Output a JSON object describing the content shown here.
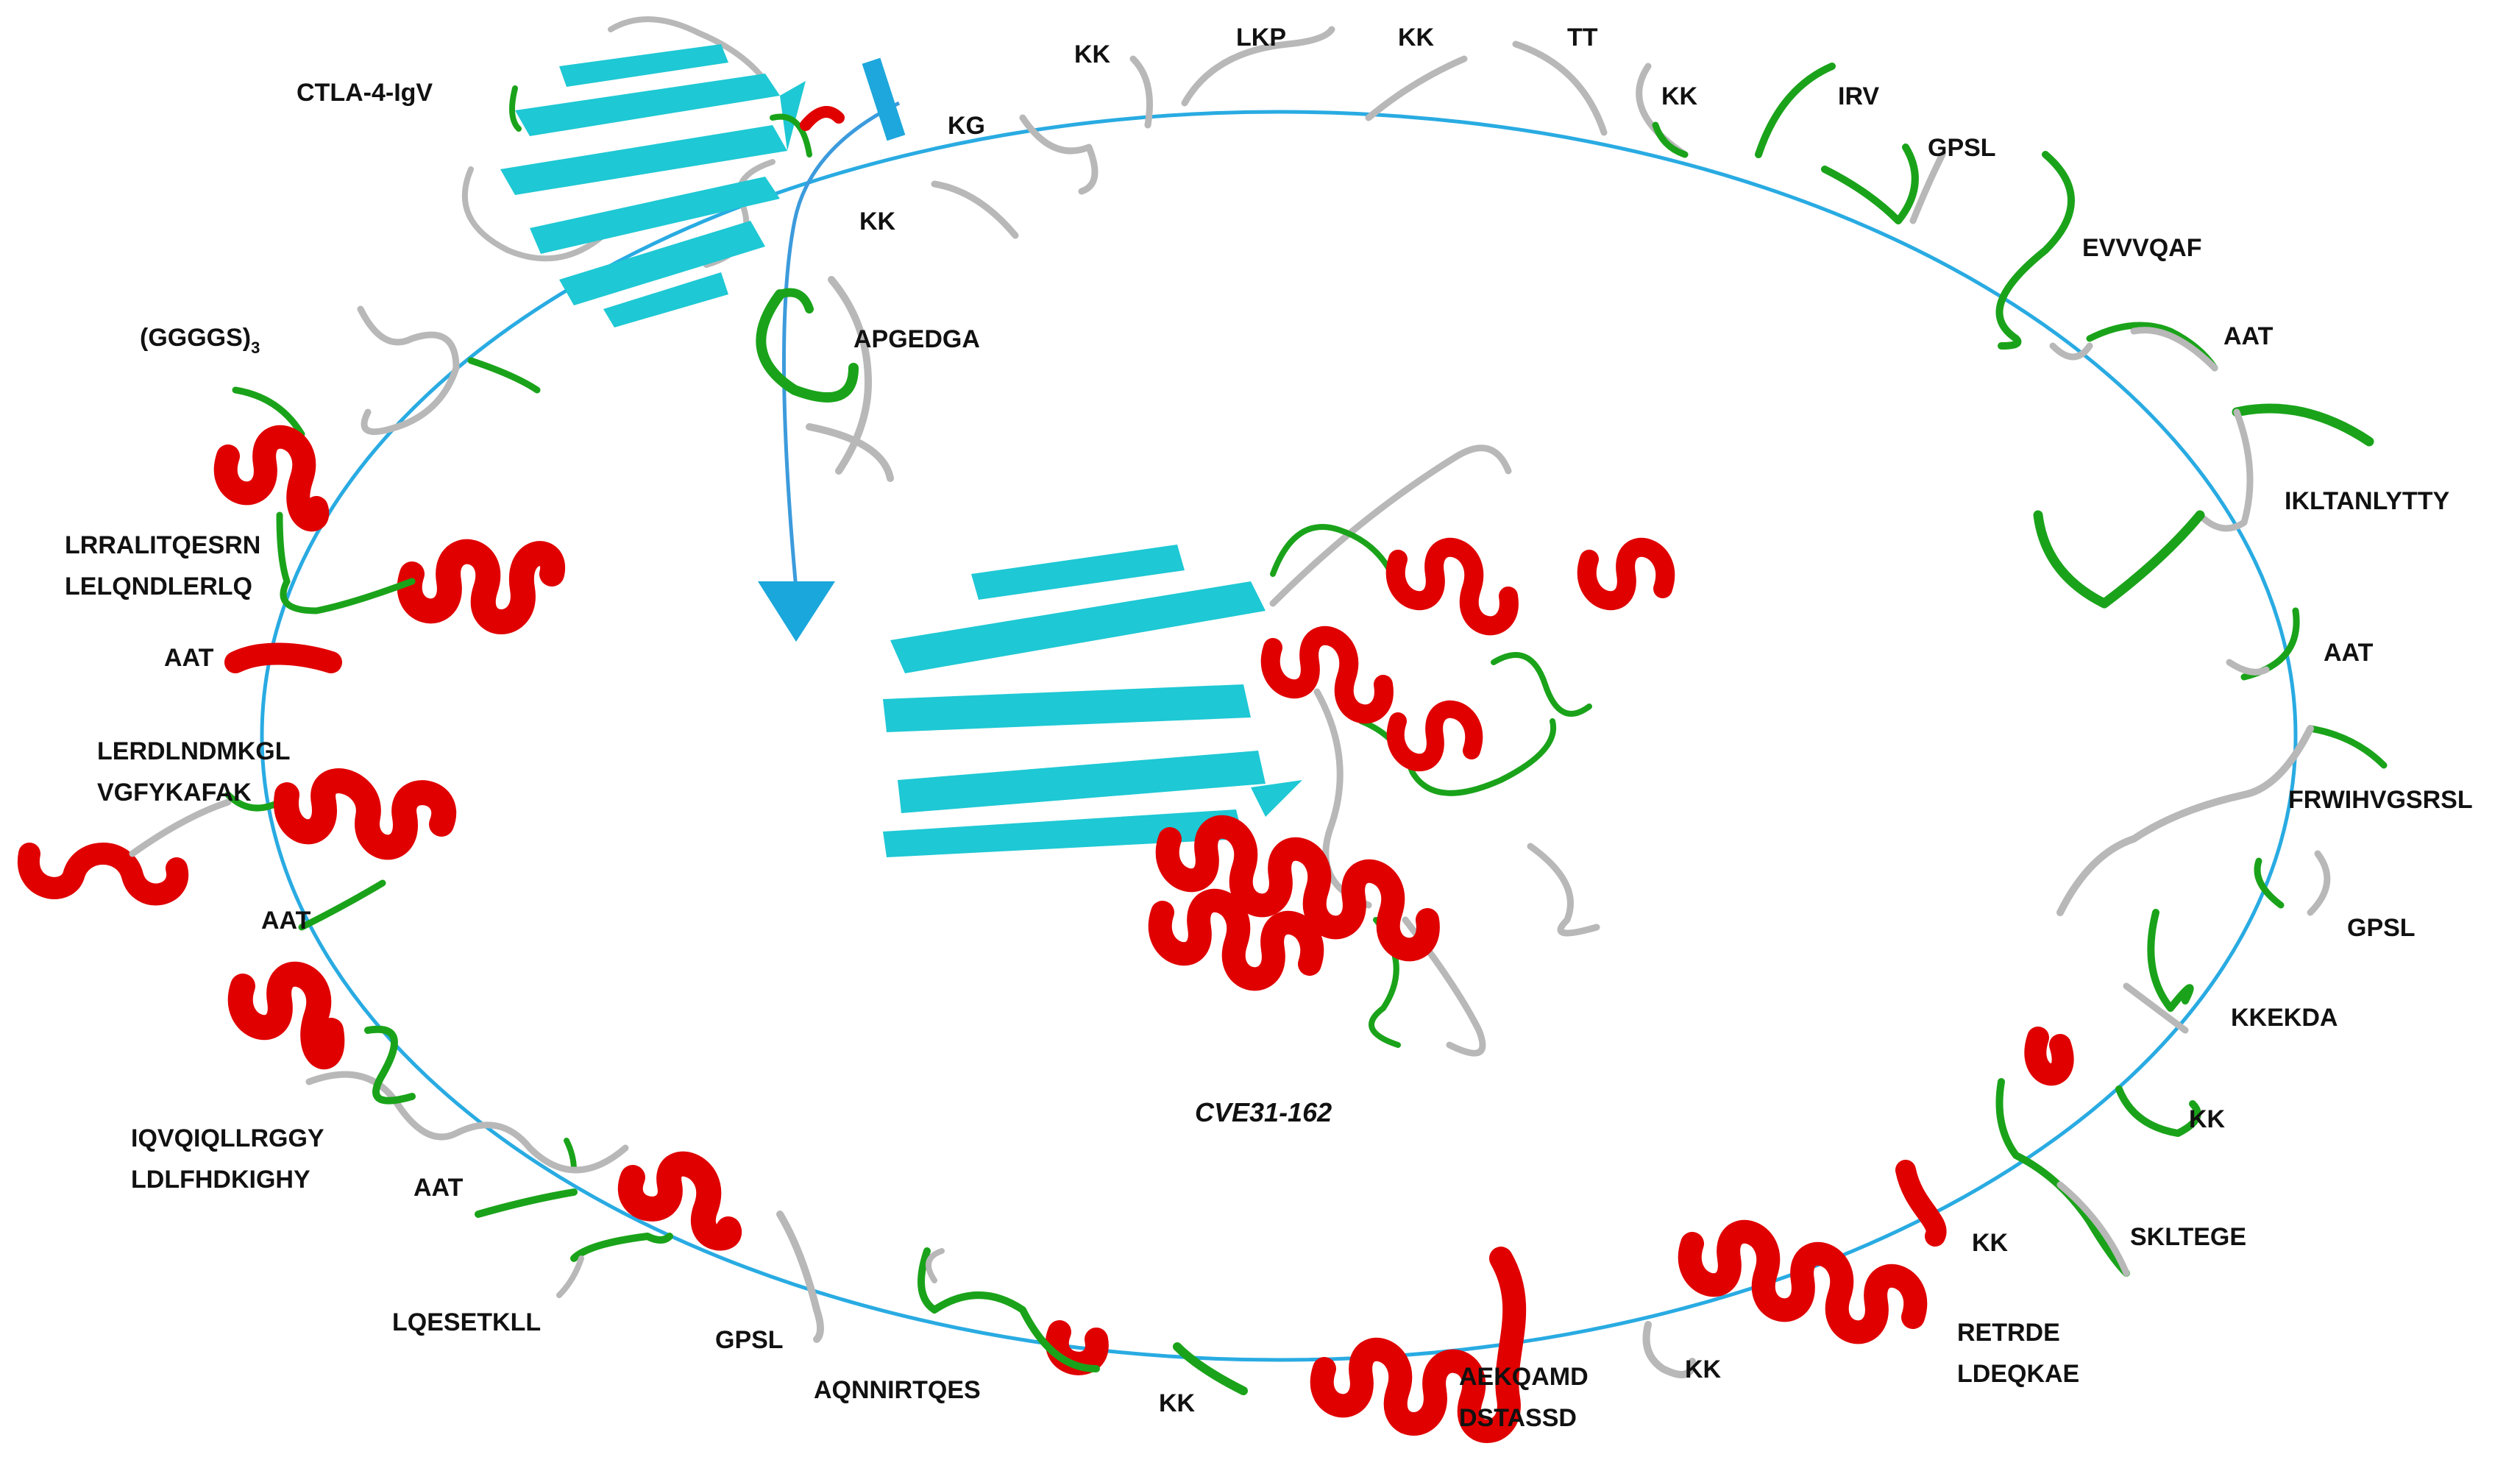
{
  "colors": {
    "ring": "#29abe2",
    "arrow": "#3c9bdc",
    "helix": "#e00000",
    "strand": "#1ec8d4",
    "coil": "#b8b8b8",
    "turn": "#1aa31a"
  },
  "title": "CVE31-162",
  "labels": {
    "ctla4": "CTLA-4-IgV",
    "linker_base": "(GGGGS)",
    "linker_sub": "3",
    "kk_1": "KK",
    "kg": "KG",
    "kk_2": "KK",
    "lkp": "LKP",
    "kk_3": "KK",
    "tt": "TT",
    "kk_4": "KK",
    "irv": "IRV",
    "gpsl_1": "GPSL",
    "evvvqaf": "EVVVQAF",
    "aat_1": "AAT",
    "ikltanlytty": "IKLTANLYTTY",
    "aat_2": "AAT",
    "frwihvgsrsl": "FRWIHVGSRSL",
    "gpsl_2": "GPSL",
    "kkekda": "KKEKDA",
    "kk_5": "KK",
    "skltege": "SKLTEGE",
    "kk_6": "KK",
    "retrde": "RETRDE",
    "ldeqkae": "LDEQKAE",
    "kk_7": "KK",
    "aekqamd": "AEKQAMD",
    "dstassd": "DSTASSD",
    "kk_8": "KK",
    "aqnnirtqes": "AQNNIRTQES",
    "gpsl_3": "GPSL",
    "lqesetkll": "LQESETKLL",
    "aat_3": "AAT",
    "iqvqiqllrggy": "IQVQIQLLRGGY",
    "ldlfhdkighy": "LDLFHDKIGHY",
    "aat_4": "AAT",
    "lerdlndmkgl": "LERDLNDMKGL",
    "vgfykafak": "VGFYKAFAK",
    "aat_5": "AAT",
    "lrralitqesrn": "LRRALITQESRN",
    "lelqndlerlq": "LELQNDLERLQ",
    "apgedga": "APGEDGA"
  },
  "icons": {
    "ring": "circular-path",
    "start": "t-bar-icon",
    "end": "arrowhead-icon"
  }
}
